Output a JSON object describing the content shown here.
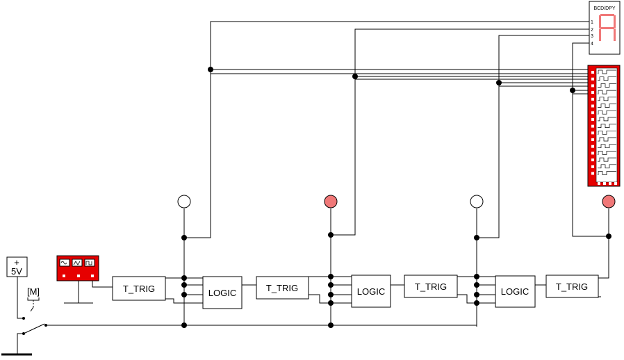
{
  "power": {
    "plus": "+",
    "voltage": "5V"
  },
  "switch": {
    "key": "[M]"
  },
  "blocks": {
    "ttrig": "T_TRIG",
    "logic": "LOGIC"
  },
  "display": {
    "title": "BCD/DPY",
    "pins": [
      "1",
      "2",
      "3",
      "4"
    ],
    "digit": "A"
  },
  "lamps": {
    "lit": "#f07878",
    "off": "#ffffff"
  },
  "colors": {
    "instrument": "#e60000",
    "wire": "#000000"
  },
  "icons": {
    "generator": "function-generator-icon",
    "analyzer": "logic-analyzer-icon",
    "display": "seven-segment-display-icon",
    "lamp": "indicator-lamp-icon",
    "ground": "ground-icon",
    "switch": "switch-icon"
  }
}
